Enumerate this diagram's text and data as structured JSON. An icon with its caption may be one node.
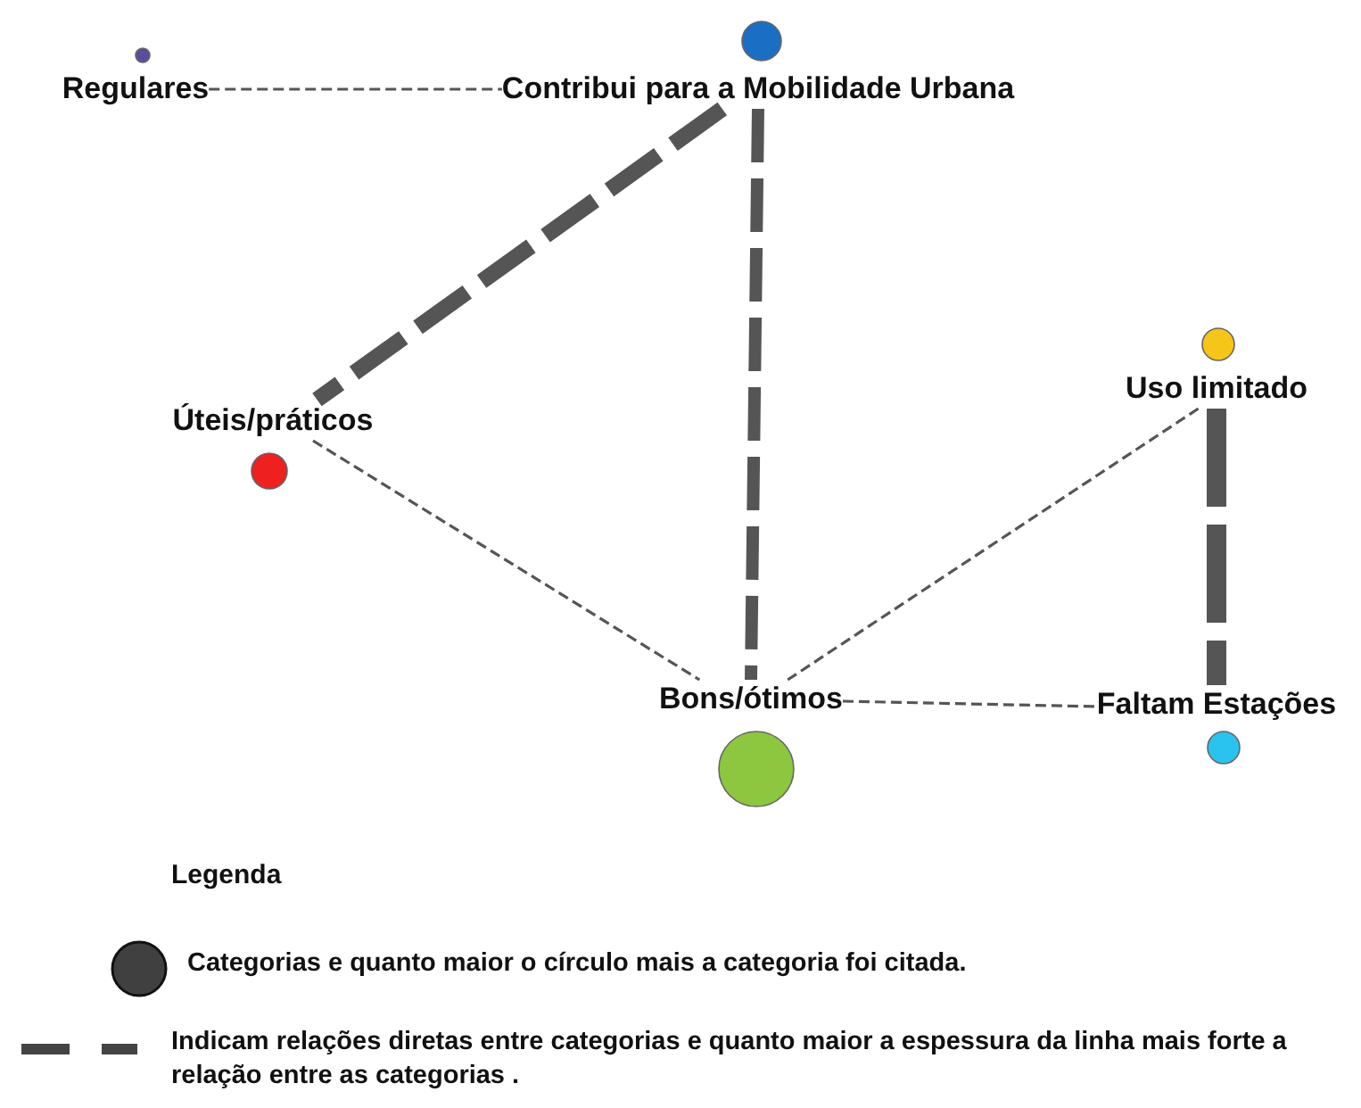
{
  "diagram": {
    "nodes": [
      {
        "text": [
          "Regulares"
        ]
      },
      {
        "text": [
          "Contribui para a Mobilidade Urbana"
        ]
      },
      {
        "text": [
          "Úteis/práticos"
        ]
      },
      {
        "text": [
          "Uso limitado"
        ]
      },
      {
        "text": [
          "Bons/ótimos"
        ]
      },
      {
        "text": [
          "Faltam Estações"
        ]
      }
    ],
    "edges": [
      {
        "from": 0,
        "to": 1,
        "arrow": "none",
        "style": "dashed"
      },
      {
        "from": 1,
        "to": 2,
        "arrow": "none",
        "style": "dashed"
      },
      {
        "from": 1,
        "to": 4,
        "arrow": "none",
        "style": "dashed"
      },
      {
        "from": 2,
        "to": 4,
        "arrow": "none",
        "style": "dashed"
      },
      {
        "from": 3,
        "to": 4,
        "arrow": "none",
        "style": "dashed"
      },
      {
        "from": 4,
        "to": 5,
        "arrow": "none",
        "style": "dashed"
      },
      {
        "from": 3,
        "to": 5,
        "arrow": "none",
        "style": "dashed"
      }
    ],
    "labels": [
      "Legenda"
    ],
    "legend": [
      {
        "text": "Categorias e quanto maior o círculo mais a categoria foi citada."
      },
      {
        "text": "Indicam relações diretas entre categorias e quanto maior a espessura da linha mais forte a relação entre as categorias ."
      }
    ]
  }
}
